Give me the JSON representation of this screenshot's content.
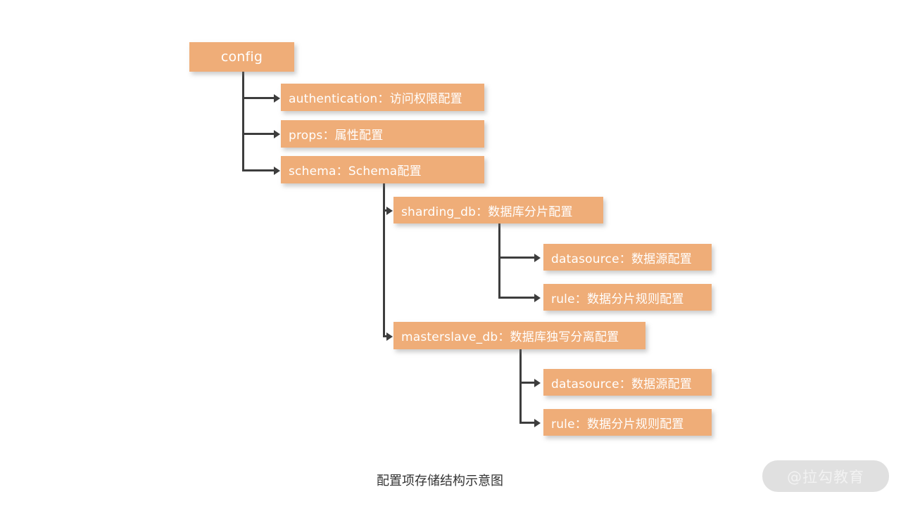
{
  "page": {
    "background": "#ffffff",
    "node_color": "#efad78",
    "node_text_color": "#ffffff",
    "connector_color": "#3d3d3d",
    "caption": "配置项存储结构示意图",
    "watermark": "@拉勾教育"
  },
  "diagram": {
    "type": "tree",
    "root": {
      "label": "config"
    },
    "nodes": [
      {
        "id": "config",
        "label": "config",
        "level": 0
      },
      {
        "id": "authentication",
        "label": "authentication：访问权限配置",
        "level": 1
      },
      {
        "id": "props",
        "label": "props：属性配置",
        "level": 1
      },
      {
        "id": "schema",
        "label": "schema：Schema配置",
        "level": 1
      },
      {
        "id": "sharding_db",
        "label": "sharding_db：数据库分片配置",
        "level": 2
      },
      {
        "id": "sharding_ds",
        "label": "datasource：数据源配置",
        "level": 3
      },
      {
        "id": "sharding_rule",
        "label": "rule：数据分片规则配置",
        "level": 3
      },
      {
        "id": "masterslave_db",
        "label": "masterslave_db：数据库独写分离配置",
        "level": 2
      },
      {
        "id": "ms_ds",
        "label": "datasource：数据源配置",
        "level": 3
      },
      {
        "id": "ms_rule",
        "label": "rule：数据分片规则配置",
        "level": 3
      }
    ],
    "edges": [
      {
        "from": "config",
        "to": "authentication"
      },
      {
        "from": "config",
        "to": "props"
      },
      {
        "from": "config",
        "to": "schema"
      },
      {
        "from": "schema",
        "to": "sharding_db"
      },
      {
        "from": "schema",
        "to": "masterslave_db"
      },
      {
        "from": "sharding_db",
        "to": "sharding_ds"
      },
      {
        "from": "sharding_db",
        "to": "sharding_rule"
      },
      {
        "from": "masterslave_db",
        "to": "ms_ds"
      },
      {
        "from": "masterslave_db",
        "to": "ms_rule"
      }
    ]
  }
}
